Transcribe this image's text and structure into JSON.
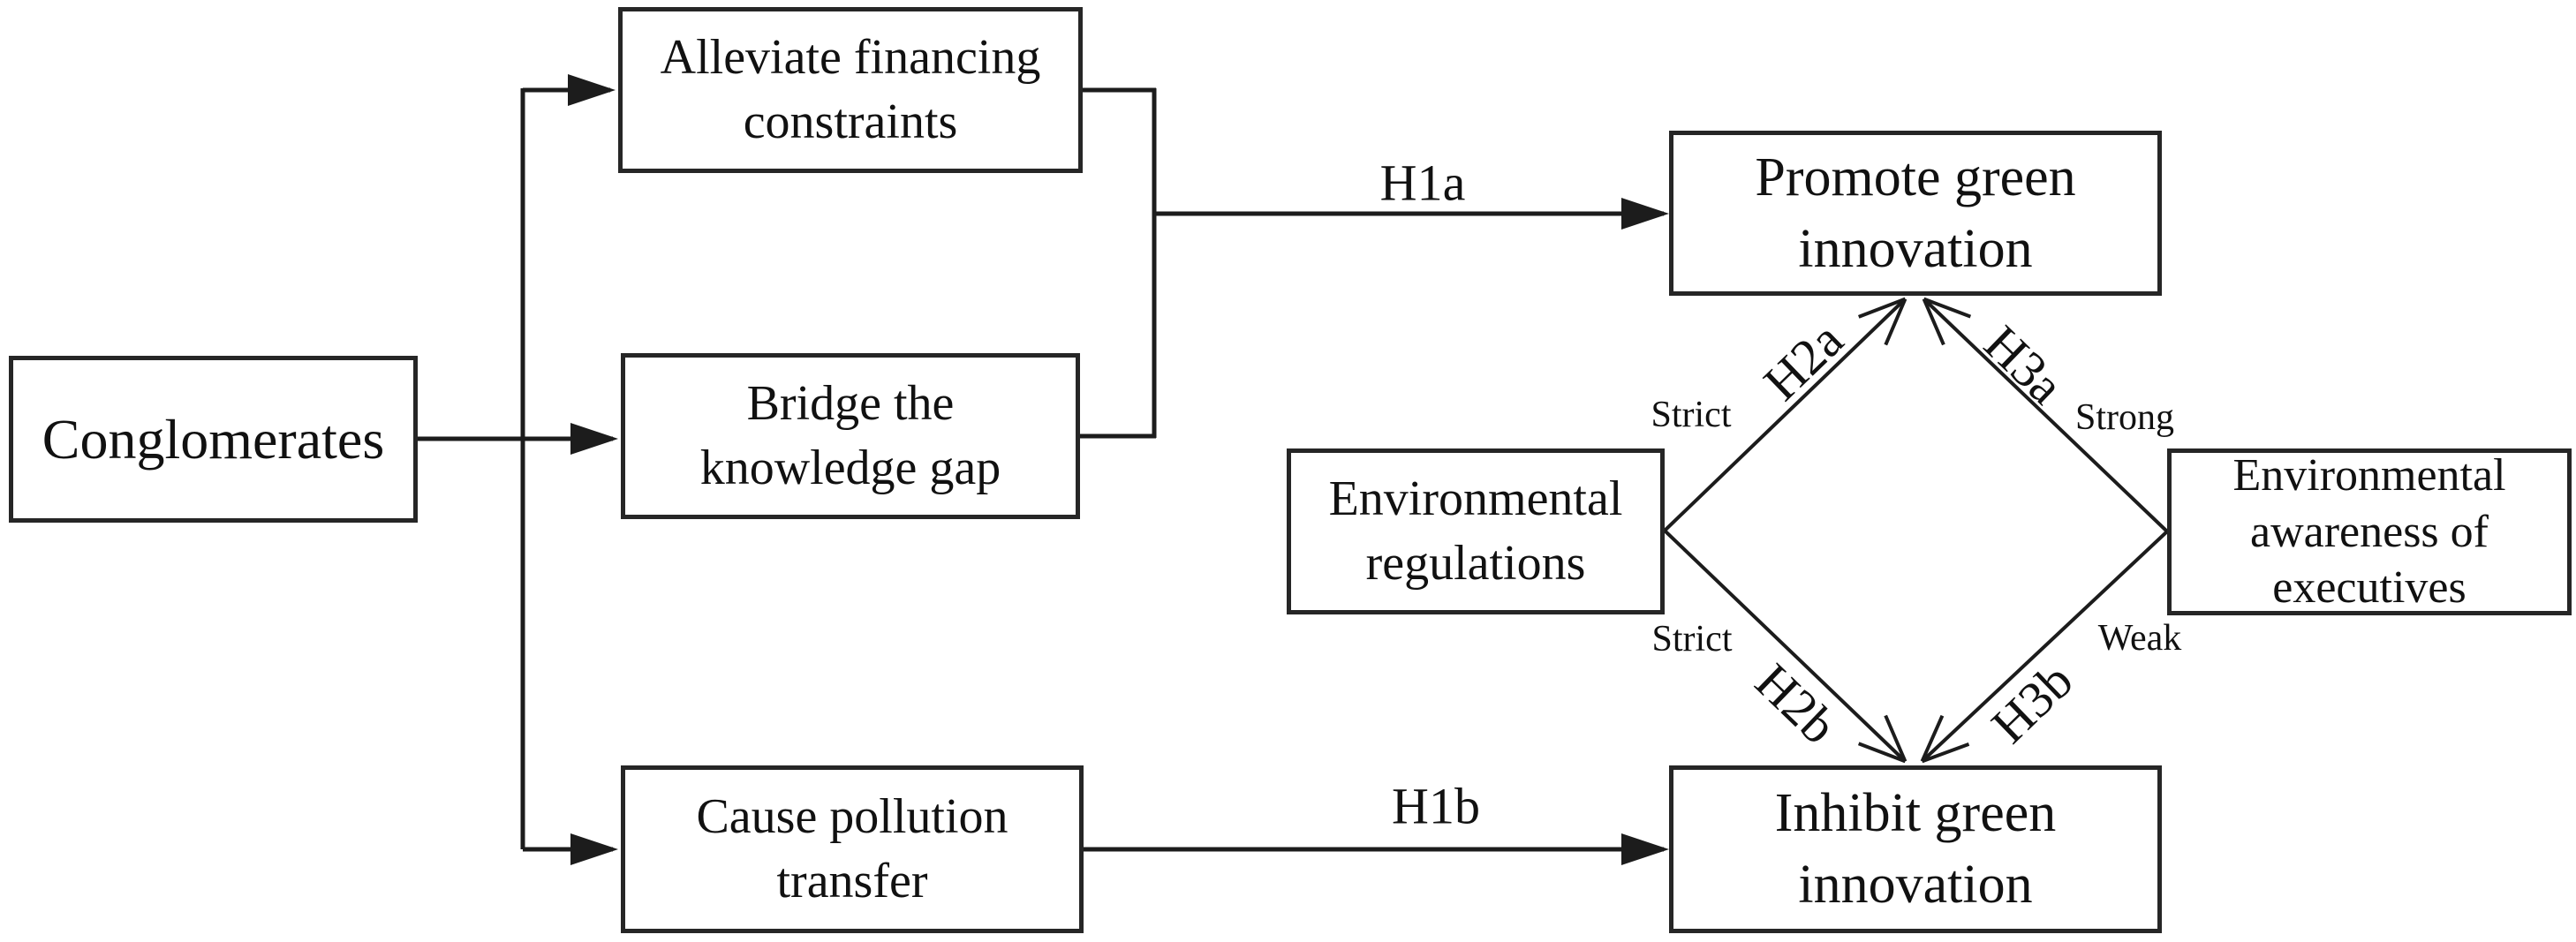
{
  "canvas": {
    "background_color": "#ffffff",
    "line_color": "#1c1c1c",
    "box_border_color": "#262626",
    "text_color": "#111111"
  },
  "nodes": {
    "conglomerates": {
      "label": "Conglomerates"
    },
    "alleviate": {
      "line1": "Alleviate financing",
      "line2": "constraints"
    },
    "bridge": {
      "line1": "Bridge the",
      "line2": "knowledge gap"
    },
    "cause": {
      "line1": "Cause pollution",
      "line2": "transfer"
    },
    "promote": {
      "line1": "Promote green",
      "line2": "innovation"
    },
    "inhibit": {
      "line1": "Inhibit green",
      "line2": "innovation"
    },
    "env_regulations": {
      "line1": "Environmental",
      "line2": "regulations"
    },
    "env_awareness": {
      "line1": "Environmental",
      "line2": "awareness of",
      "line3": "executives"
    }
  },
  "edge_labels": {
    "h1a": "H1a",
    "h1b": "H1b",
    "h2a": "H2a",
    "h2b": "H2b",
    "h3a": "H3a",
    "h3b": "H3b"
  },
  "modifier_labels": {
    "strict_upper": "Strict",
    "strict_lower": "Strict",
    "strong": "Strong",
    "weak": "Weak"
  }
}
